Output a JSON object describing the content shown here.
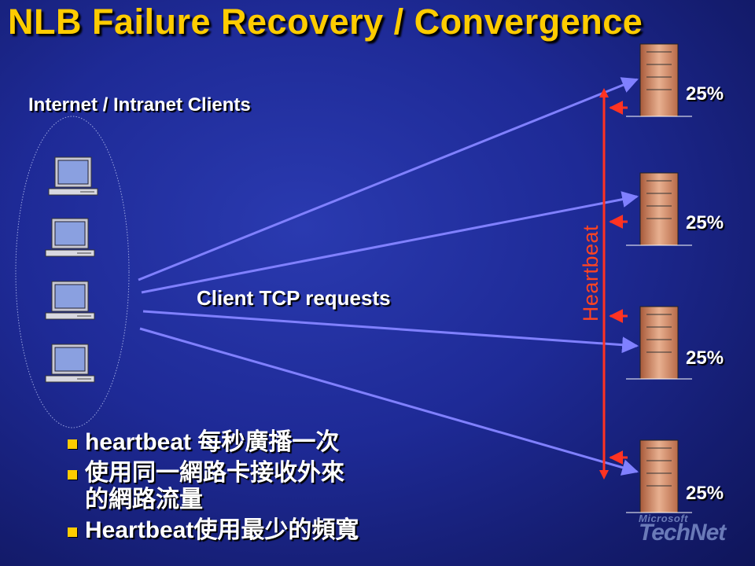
{
  "slide": {
    "title": "NLB Failure Recovery / Convergence",
    "clients_label": "Internet / Intranet Clients",
    "tcp_label": "Client TCP requests",
    "heartbeat_label": "Heartbeat",
    "servers": [
      {
        "load": "25%"
      },
      {
        "load": "25%"
      },
      {
        "load": "25%"
      },
      {
        "load": "25%"
      }
    ],
    "bullets": [
      {
        "lines": [
          "heartbeat 每秒廣播一次"
        ]
      },
      {
        "lines": [
          "使用同一網路卡接收外來",
          "的網路流量"
        ]
      },
      {
        "lines": [
          "Heartbeat使用最少的頻寬"
        ]
      }
    ],
    "logo": {
      "company": "Microsoft",
      "product": "TechNet"
    }
  },
  "colors": {
    "title": "#ffcc00",
    "heartbeat": "#ff3322",
    "request_line": "#8080ff",
    "bullet": "#ffcc00"
  }
}
